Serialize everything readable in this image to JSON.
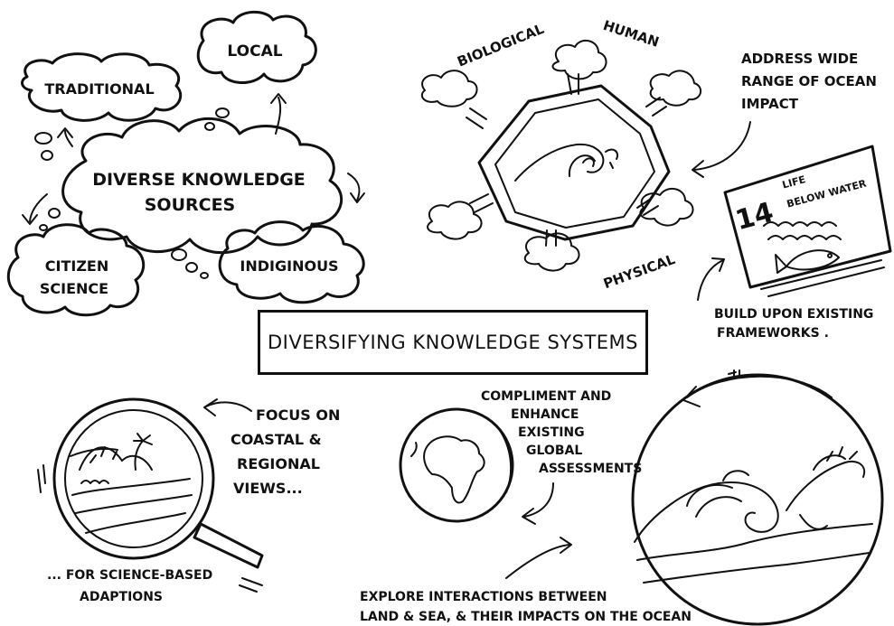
{
  "title": "DIVERSIFYING KNOWLEDGE SYSTEMS",
  "knowledge": {
    "center": [
      "DIVERSE KNOWLEDGE",
      "SOURCES"
    ],
    "local": "LOCAL",
    "traditional": "TRADITIONAL",
    "citizen": [
      "CITIZEN",
      "SCIENCE"
    ],
    "indigenous": "INDIGINOUS"
  },
  "impacts": {
    "biological": "BIOLOGICAL",
    "human": "HUMAN",
    "physical": "PHYSICAL",
    "note": [
      "ADDRESS WIDE",
      "RANGE OF OCEAN",
      "IMPACT"
    ]
  },
  "sdg": {
    "number": "14",
    "label": [
      "LIFE",
      "BELOW WATER"
    ],
    "note": [
      "BUILD UPON EXISTING",
      "FRAMEWORKS ."
    ]
  },
  "coastal": {
    "note": [
      "FOCUS ON",
      "COASTAL &",
      "REGIONAL",
      "VIEWS..."
    ],
    "caption": [
      "... FOR SCIENCE-BASED",
      "ADAPTIONS"
    ]
  },
  "global": {
    "note": [
      "COMPLIMENT AND",
      "ENHANCE",
      "EXISTING",
      "GLOBAL",
      "ASSESSMENTS"
    ]
  },
  "ocean": {
    "note": [
      "EXPLORE INTERACTIONS BETWEEN",
      "LAND & SEA, & THEIR IMPACTS ON THE OCEAN"
    ]
  }
}
